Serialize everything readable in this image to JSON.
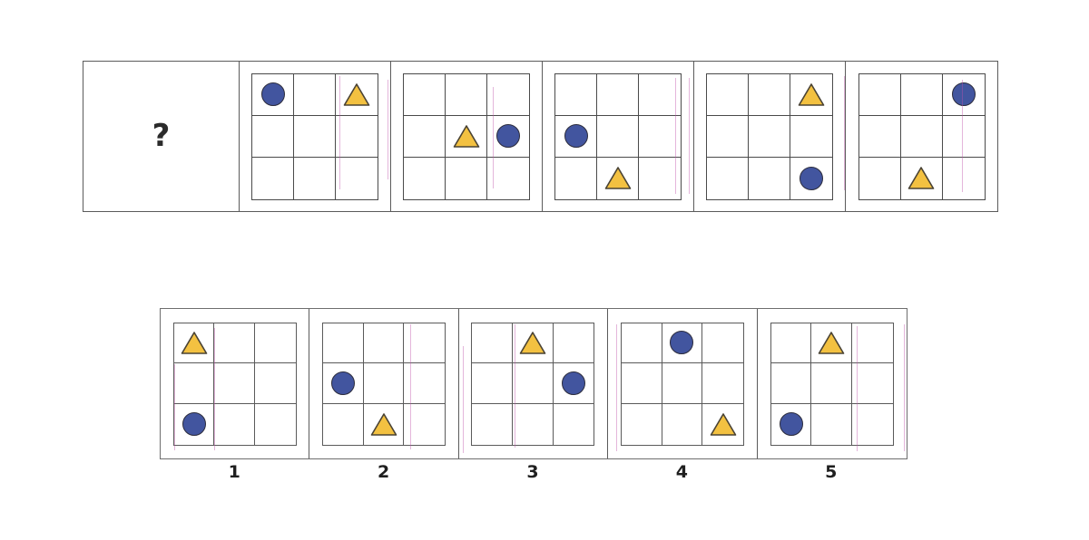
{
  "puzzle": {
    "type": "visual-analogy-matrix",
    "question_mark": "?",
    "shape_names": {
      "circle": "blue-circle",
      "triangle": "yellow-triangle"
    },
    "colors": {
      "circle_fill": "#42559f",
      "circle_stroke": "#2c2c3c",
      "triangle_fill": "#f3c141",
      "triangle_stroke": "#4a4334",
      "grid_line": "#4a4a4a",
      "panel_border": "#5b5b5b",
      "background": "#ffffff",
      "artifact_line": "#be50aa"
    },
    "grid_size": {
      "rows": 3,
      "cols": 3
    },
    "sequence": {
      "label": "sequence-row",
      "panels": [
        {
          "name": "question-panel",
          "is_question": true,
          "cells": []
        },
        {
          "name": "sequence-panel-1",
          "is_question": false,
          "cells": [
            "circle",
            "",
            "triangle",
            "",
            "",
            "",
            "",
            "",
            ""
          ]
        },
        {
          "name": "sequence-panel-2",
          "is_question": false,
          "cells": [
            "",
            "",
            "",
            "",
            "triangle",
            "circle",
            "",
            "",
            ""
          ]
        },
        {
          "name": "sequence-panel-3",
          "is_question": false,
          "cells": [
            "",
            "",
            "",
            "circle",
            "",
            "",
            "",
            "triangle",
            ""
          ]
        },
        {
          "name": "sequence-panel-4",
          "is_question": false,
          "cells": [
            "",
            "",
            "triangle",
            "",
            "",
            "",
            "",
            "",
            "circle"
          ]
        },
        {
          "name": "sequence-panel-5",
          "is_question": false,
          "cells": [
            "",
            "",
            "circle",
            "",
            "",
            "",
            "",
            "triangle",
            ""
          ]
        }
      ]
    },
    "options": {
      "label": "options-row",
      "panels": [
        {
          "name": "option-1",
          "number": "1",
          "cells": [
            "triangle",
            "",
            "",
            "",
            "",
            "",
            "circle",
            "",
            ""
          ]
        },
        {
          "name": "option-2",
          "number": "2",
          "cells": [
            "",
            "",
            "",
            "circle",
            "",
            "",
            "",
            "triangle",
            ""
          ]
        },
        {
          "name": "option-3",
          "number": "3",
          "cells": [
            "",
            "triangle",
            "",
            "",
            "",
            "circle",
            "",
            "",
            ""
          ]
        },
        {
          "name": "option-4",
          "number": "4",
          "cells": [
            "",
            "circle",
            "",
            "",
            "",
            "",
            "",
            "",
            "triangle"
          ]
        },
        {
          "name": "option-5",
          "number": "5",
          "cells": [
            "",
            "triangle",
            "",
            "",
            "",
            "",
            "circle",
            "",
            ""
          ]
        }
      ]
    }
  }
}
